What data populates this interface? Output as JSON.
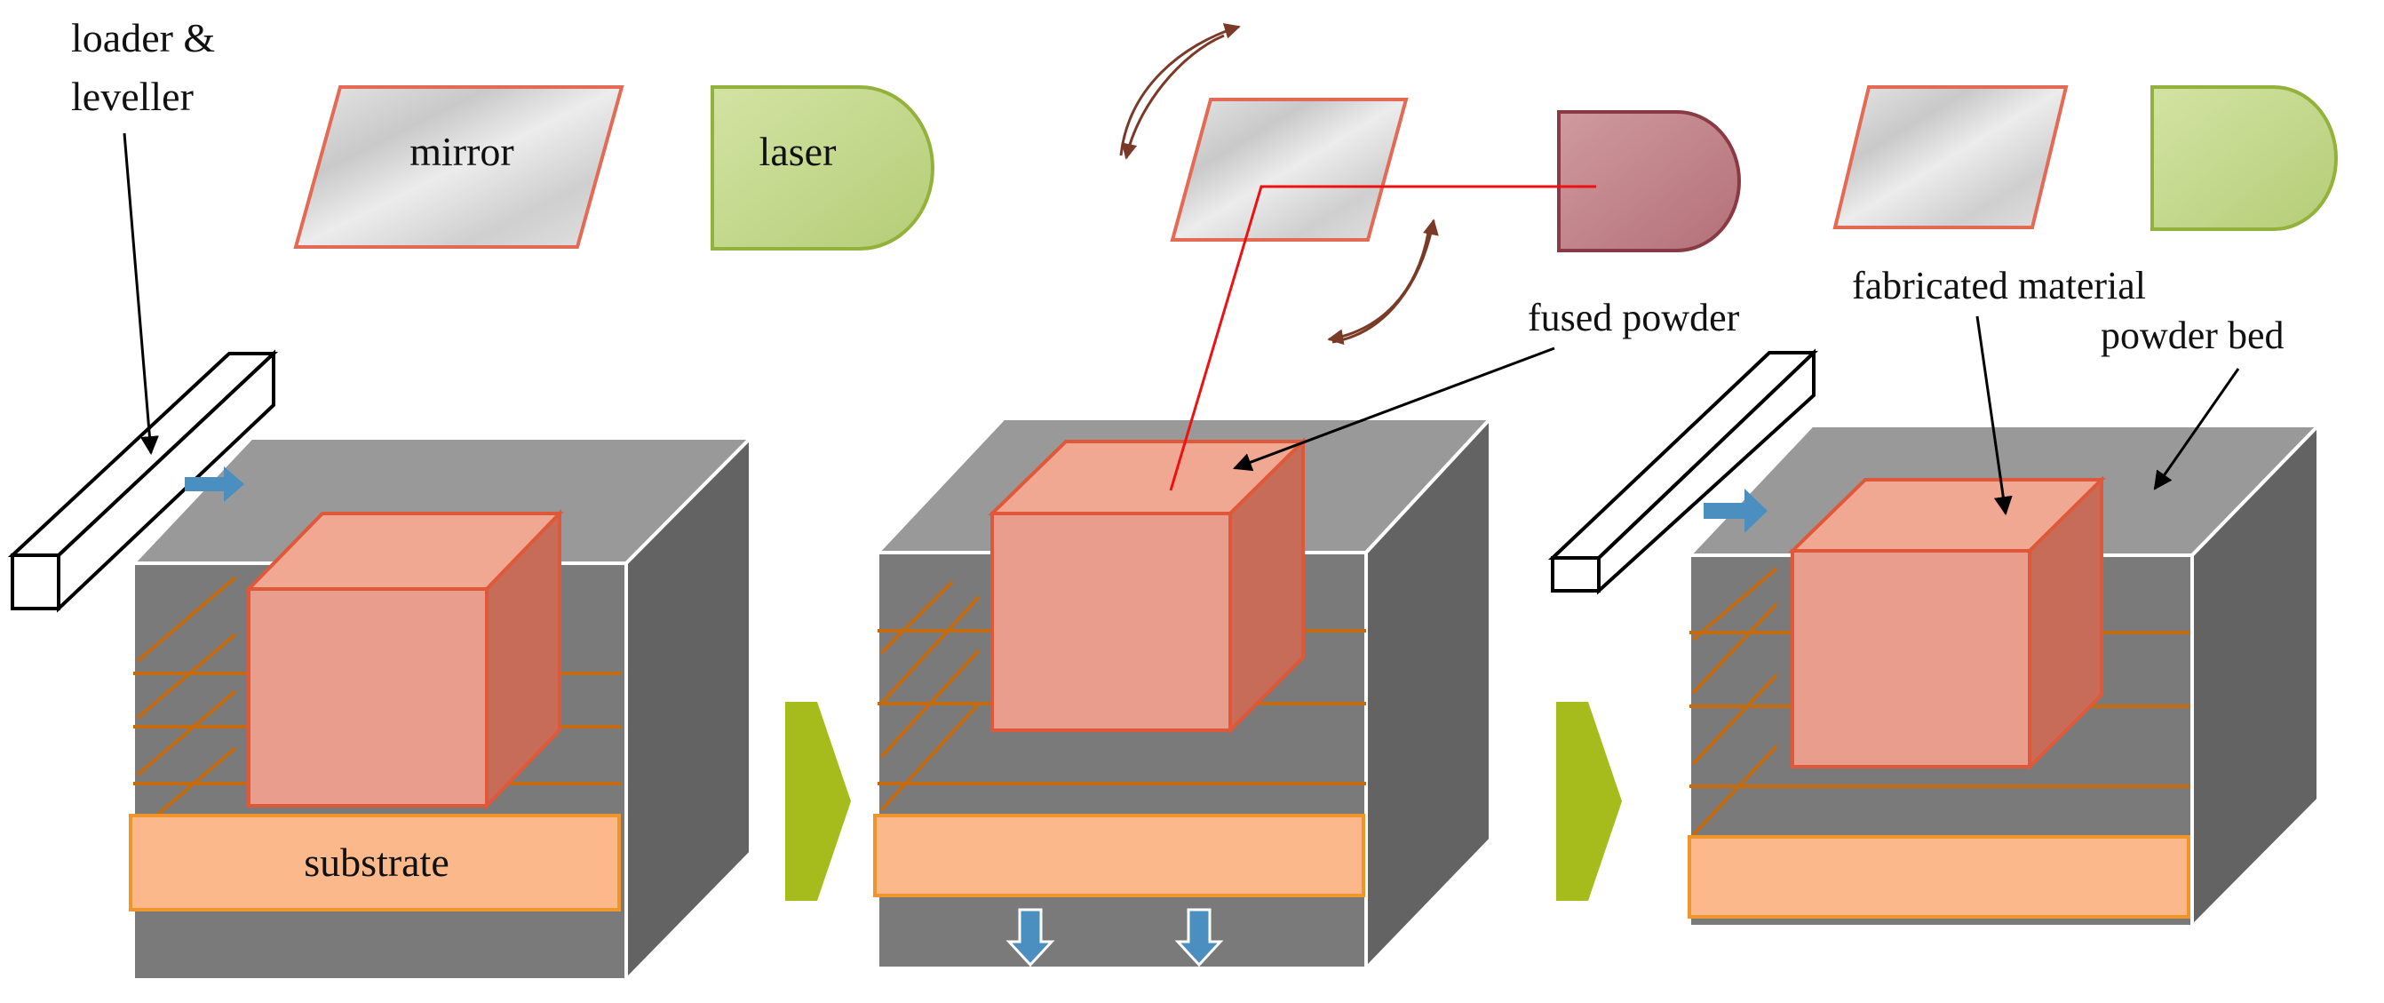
{
  "labels": {
    "loader_line1": "loader &",
    "loader_line2": "leveller",
    "mirror": "mirror",
    "laser": "laser",
    "substrate": "substrate",
    "fused_powder": "fused powder",
    "fabricated_material": "fabricated material",
    "powder_bed": "powder bed"
  },
  "colors": {
    "bed_top": "#999999",
    "bed_front": "#7a7a7a",
    "bed_side": "#636363",
    "cube_front": "#e99d8c",
    "cube_top": "#f0a892",
    "cube_side": "#c76c58",
    "cube_edge": "#e0583a",
    "substrate_fill": "#fbb88a",
    "substrate_edge": "#f0952a",
    "powder_line": "#c46a10",
    "laser_green": "#c3d78d",
    "laser_green_edge": "#93b23b",
    "laser_active": "#c0868a",
    "laser_active_edge": "#8a3a44",
    "beam": "#ee1111",
    "mirror_fill": "#dadada",
    "mirror_edge": "#e46a55",
    "move_arrow": "#4a8fc0",
    "rotate_arrow": "#7b3a27",
    "step_arrow": "#a6bb1c"
  }
}
